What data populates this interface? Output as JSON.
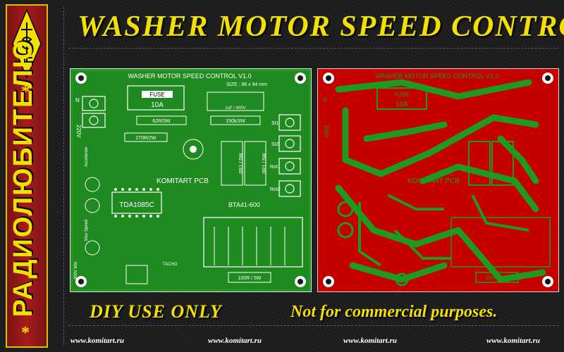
{
  "title": "WASHER MOTOR SPEED CONTROL.",
  "side_banner": "РАДИОЛЮБИТЕЛЮ",
  "side_star_top": "*",
  "side_star_bottom": "*",
  "footer": {
    "diy": "DIY USE ONLY",
    "notice": "Not for commercial purposes.",
    "urls": [
      "www.komitart.ru",
      "www.komitart.ru",
      "www.komitart.ru",
      "www.komitart.ru"
    ]
  },
  "pcb": {
    "board_title": "WASHER MOTOR SPEED CONTROL V1.0",
    "size": "SIZE : 88 x 94 mm",
    "fuse": "FUSE",
    "fuse_rating": "10A",
    "maker": "KOMITART PCB",
    "ic": "TDA1085C",
    "triac": "BTA41-600",
    "mains": "220V",
    "n_label": "N",
    "r29": "62R/3W",
    "r30": "150k/3W",
    "r_270": "270R/2W",
    "c_1uf": "1uF / 400V",
    "r21a": "0R1 / 5W",
    "r21b": "0R1 / 5W",
    "r24": "100R / 5W",
    "st1": "St1",
    "st2": "St2",
    "rot1": "Rot1",
    "rot2": "Rot2",
    "tacho": "TACHO",
    "accelerate": "Accelerate",
    "max_speed": "Max Speed",
    "min_speed": "400V Min"
  },
  "colors": {
    "green_board": "#1f8a1f",
    "red_board": "#c40000",
    "banner_text": "#f2e000"
  }
}
